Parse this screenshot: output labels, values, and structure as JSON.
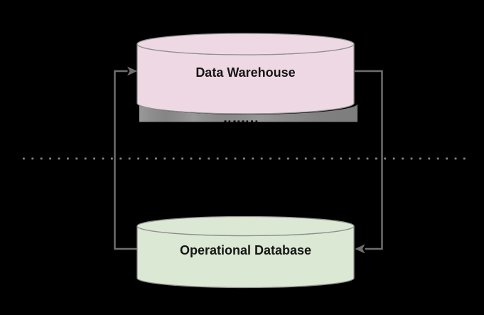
{
  "canvas": {
    "background": "#000000",
    "kind": "database-architecture-diagram"
  },
  "nodes": {
    "warehouse": {
      "label": "Data Warehouse",
      "shape": "cylinder",
      "fill": "#eed8e3",
      "stroke": "#8f8f8f",
      "shadow_color": "#8e8e8e"
    },
    "operational": {
      "label": "Operational Database",
      "shape": "cylinder",
      "fill": "#dbe8d3",
      "stroke": "#8f8f8f"
    }
  },
  "edges": [
    {
      "id": "operational-to-warehouse",
      "from": "operational-database",
      "to": "data-warehouse",
      "route": "left",
      "arrowhead": "into-data-warehouse",
      "color": "#6e6e6e"
    },
    {
      "id": "warehouse-to-operational",
      "from": "data-warehouse",
      "to": "operational-database",
      "route": "right",
      "arrowhead": "into-operational-database",
      "color": "#6e6e6e"
    }
  ],
  "separator": {
    "style": "dotted",
    "color": "#848484"
  },
  "text_color": "#161616"
}
